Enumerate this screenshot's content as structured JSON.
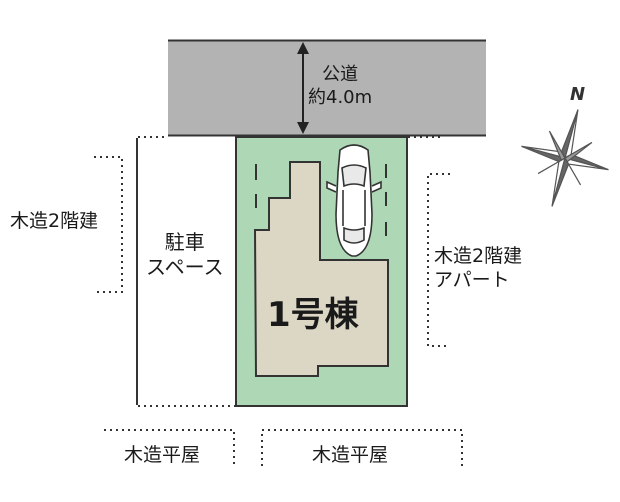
{
  "road": {
    "type": "公道",
    "width": "約4.0m"
  },
  "compass": {
    "north": "N"
  },
  "parking": {
    "line1": "駐車",
    "line2": "スペース"
  },
  "building": {
    "label": "1号棟"
  },
  "neighbors": {
    "west": "木造2階建",
    "east_line1": "木造2階建",
    "east_line2": "アパート",
    "south_left": "木造平屋",
    "south_right": "木造平屋"
  }
}
